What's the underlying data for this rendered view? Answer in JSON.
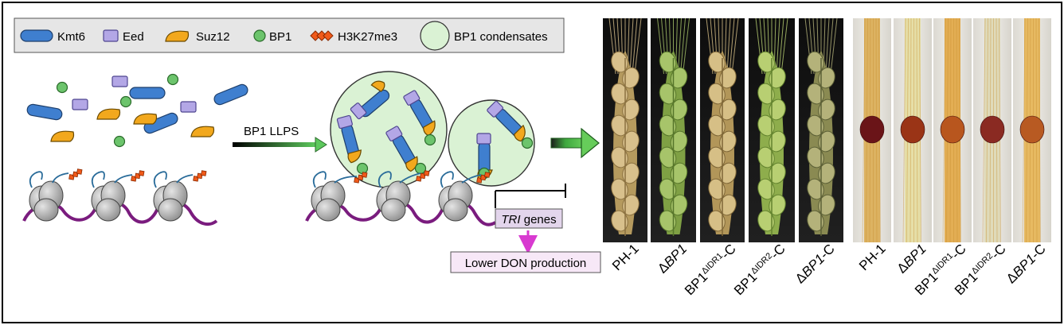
{
  "legend": {
    "items": [
      {
        "icon": "kmt6-capsule-icon",
        "label": "Kmt6"
      },
      {
        "icon": "eed-rectangle-icon",
        "label": "Eed"
      },
      {
        "icon": "suz12-crescent-icon",
        "label": "Suz12"
      },
      {
        "icon": "bp1-dot-icon",
        "label": "BP1"
      },
      {
        "icon": "h3k27me3-diamond-icon",
        "label": "H3K27me3"
      },
      {
        "icon": "bp1-condensate-circle-icon",
        "label": "BP1 condensates"
      }
    ]
  },
  "labels": {
    "llps": "BP1 LLPS",
    "tri_italic": "TRI",
    "tri_rest": " genes",
    "don": "Lower DON production"
  },
  "spike_panels": [
    {
      "name": "spike-ph1",
      "label_main": "PH-1",
      "label_sup": "",
      "label_tail": "",
      "label_prefix": ""
    },
    {
      "name": "spike-dbp1",
      "label_prefix": "Δ",
      "label_main": "BP1",
      "label_sup": "",
      "label_tail": ""
    },
    {
      "name": "spike-idr1",
      "label_prefix": "",
      "label_main": "BP1",
      "label_sup": "ΔIDR1",
      "label_tail": "-C"
    },
    {
      "name": "spike-idr2",
      "label_prefix": "",
      "label_main": "BP1",
      "label_sup": "ΔIDR2",
      "label_tail": "-C"
    },
    {
      "name": "spike-dbp1c",
      "label_prefix": "Δ",
      "label_main": "BP1",
      "label_sup": "",
      "label_tail": "-C"
    }
  ],
  "rachis_panels": [
    {
      "name": "rachis-ph1",
      "label_main": "PH-1",
      "label_sup": "",
      "label_tail": "",
      "label_prefix": ""
    },
    {
      "name": "rachis-dbp1",
      "label_prefix": "Δ",
      "label_main": "BP1",
      "label_sup": "",
      "label_tail": ""
    },
    {
      "name": "rachis-idr1",
      "label_prefix": "",
      "label_main": "BP1",
      "label_sup": "ΔIDR1",
      "label_tail": "-C"
    },
    {
      "name": "rachis-idr2",
      "label_prefix": "",
      "label_main": "BP1",
      "label_sup": "ΔIDR2",
      "label_tail": "-C"
    },
    {
      "name": "rachis-dbp1c",
      "label_prefix": "Δ",
      "label_main": "BP1",
      "label_sup": "",
      "label_tail": "-C"
    }
  ],
  "colors": {
    "kmt6": "#3f7fcf",
    "eed": "#b3a7e6",
    "suz12": "#f2a81d",
    "bp1": "#6cc46c",
    "h3k27me3": "#f05a1a",
    "condensate": "#daf2d4",
    "dna": "#7a1c7e",
    "nucleosome": "#b5b5b5",
    "tri_box": "#e3d5ec",
    "don_box": "#f7e8f7",
    "don_arrow": "#d83ad0"
  }
}
